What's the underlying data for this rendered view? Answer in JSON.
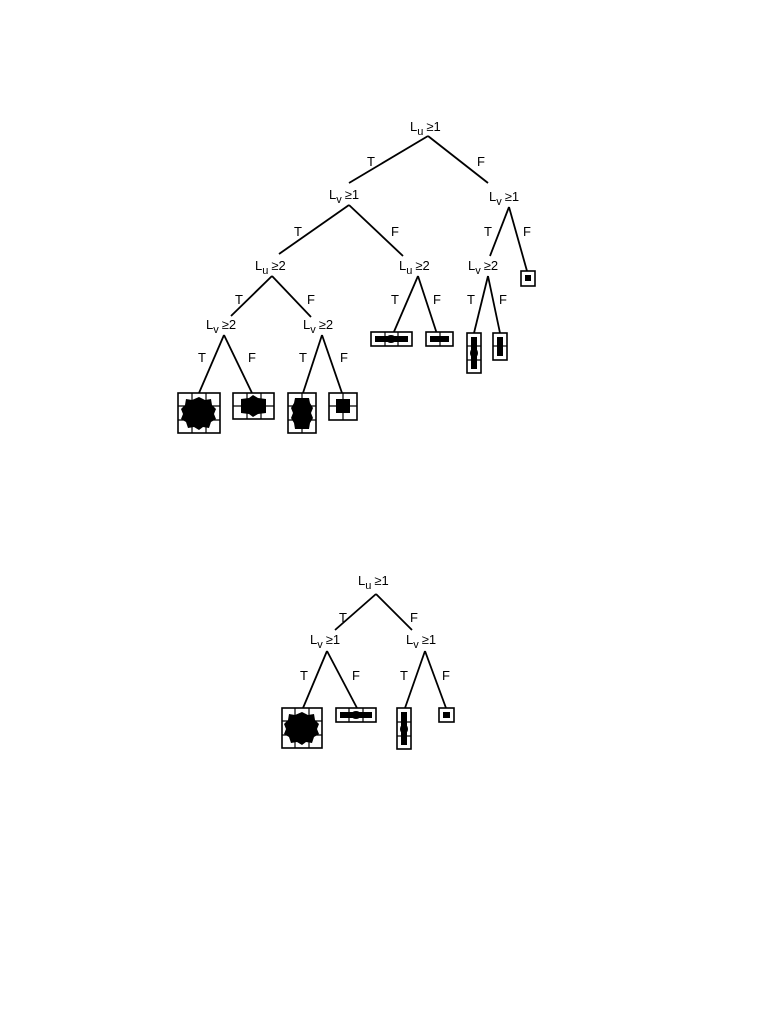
{
  "tree1": {
    "root": {
      "var": "L",
      "sub": "u",
      "op": "≥",
      "val": "1"
    },
    "l": {
      "var": "L",
      "sub": "v",
      "op": "≥",
      "val": "1"
    },
    "r": {
      "var": "L",
      "sub": "v",
      "op": "≥",
      "val": "1"
    },
    "ll": {
      "var": "L",
      "sub": "u",
      "op": "≥",
      "val": "2"
    },
    "lr": {
      "var": "L",
      "sub": "u",
      "op": "≥",
      "val": "2"
    },
    "rl": {
      "var": "L",
      "sub": "v",
      "op": "≥",
      "val": "2"
    },
    "lll": {
      "var": "L",
      "sub": "v",
      "op": "≥",
      "val": "2"
    },
    "llr": {
      "var": "L",
      "sub": "v",
      "op": "≥",
      "val": "2"
    },
    "edges": {
      "t": "T",
      "f": "F"
    }
  },
  "tree2": {
    "root": {
      "var": "L",
      "sub": "u",
      "op": "≥",
      "val": "1"
    },
    "l": {
      "var": "L",
      "sub": "v",
      "op": "≥",
      "val": "1"
    },
    "r": {
      "var": "L",
      "sub": "v",
      "op": "≥",
      "val": "1"
    },
    "edges": {
      "t": "T",
      "f": "F"
    }
  }
}
